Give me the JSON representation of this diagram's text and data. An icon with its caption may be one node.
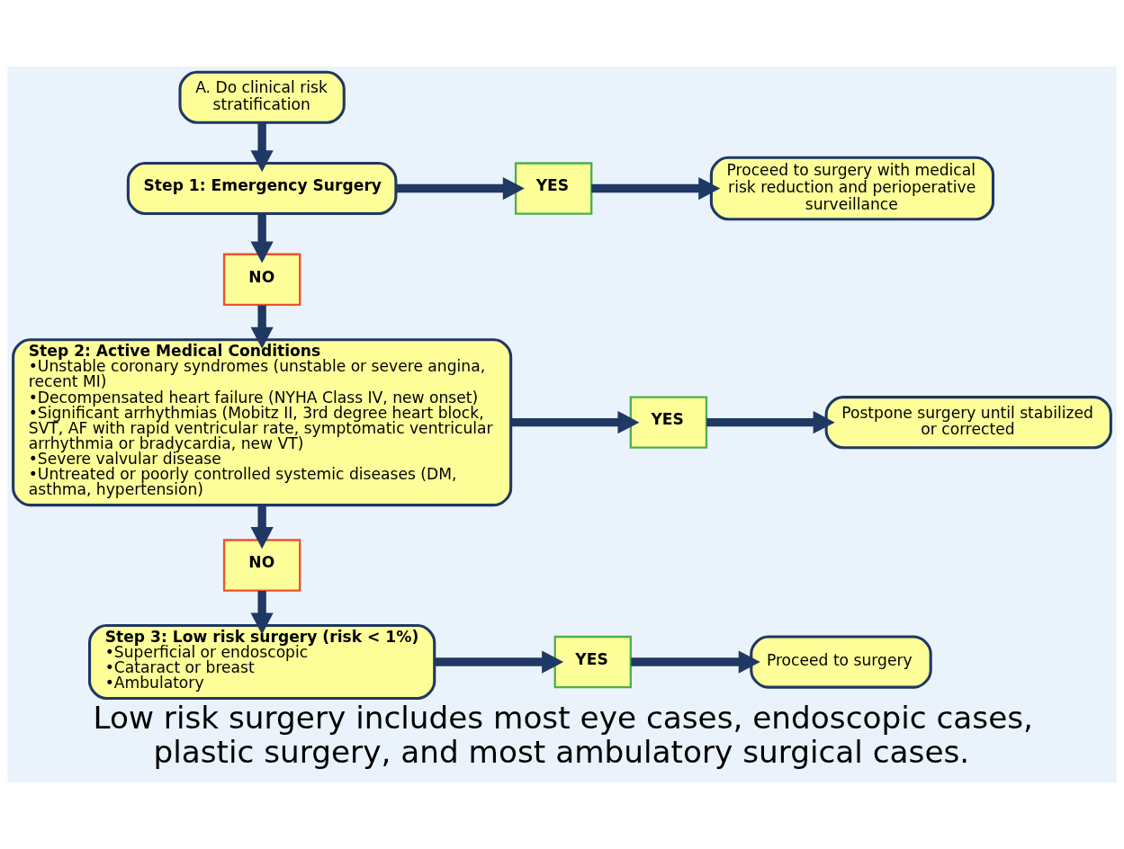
{
  "diagram": {
    "caption": "Low risk surgery includes most eye cases, endoscopic cases, plastic surgery, and most ambulatory surgical cases.",
    "nodes": [
      {
        "text": [
          "A. Do clinical risk stratification"
        ]
      },
      {
        "text": [
          "Step 1: Emergency Surgery"
        ]
      },
      {
        "text": [
          "YES"
        ]
      },
      {
        "text": [
          "Proceed to surgery with medical risk reduction and perioperative surveillance"
        ]
      },
      {
        "text": [
          "NO"
        ]
      },
      {
        "text": [
          "Step 2: Active Medical Conditions",
          "•Unstable coronary syndromes (unstable or severe angina, recent MI)",
          "•Decompensated heart failure (NYHA Class IV, new onset)",
          "•Significant arrhythmias (Mobitz II, 3rd degree heart block, SVT, AF with rapid ventricular rate, symptomatic ventricular arrhythmia or bradycardia, new VT)",
          "•Severe valvular disease",
          "•Untreated or poorly controlled systemic diseases (DM, asthma, hypertension)"
        ]
      },
      {
        "text": [
          "YES"
        ]
      },
      {
        "text": [
          "Postpone surgery until stabilized or corrected"
        ]
      },
      {
        "text": [
          "NO"
        ]
      },
      {
        "text": [
          "Step 3: Low risk surgery (risk < 1%)",
          "•Superficial or endoscopic",
          "•Cataract or breast",
          "•Ambulatory"
        ]
      },
      {
        "text": [
          "YES"
        ]
      },
      {
        "text": [
          "Proceed to surgery"
        ]
      }
    ],
    "edges": [
      {
        "from": 0,
        "to": 1,
        "arrow": "to"
      },
      {
        "from": 1,
        "to": 2,
        "arrow": "to"
      },
      {
        "from": 2,
        "to": 3,
        "arrow": "to"
      },
      {
        "from": 1,
        "to": 4,
        "arrow": "to"
      },
      {
        "from": 4,
        "to": 5,
        "arrow": "to"
      },
      {
        "from": 5,
        "to": 6,
        "arrow": "to"
      },
      {
        "from": 6,
        "to": 7,
        "arrow": "to"
      },
      {
        "from": 5,
        "to": 8,
        "arrow": "to"
      },
      {
        "from": 8,
        "to": 9,
        "arrow": "to"
      },
      {
        "from": 9,
        "to": 10,
        "arrow": "to"
      },
      {
        "from": 10,
        "to": 11,
        "arrow": "to"
      }
    ]
  }
}
